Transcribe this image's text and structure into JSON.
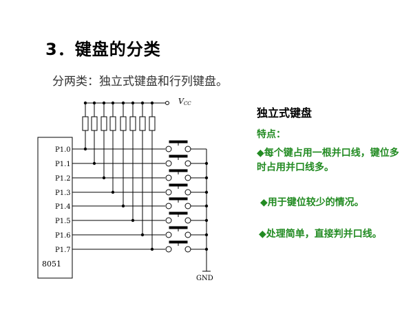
{
  "title": "3．键盘的分类",
  "subtitle": "分两类：独立式键盘和行列键盘。",
  "right_heading": "独立式键盘",
  "features_label": "特点：",
  "bullets": [
    "◆每个键占用一根并口线，键位多时占用并口线多。",
    "◆用于键位较少的情况。",
    "◆处理简单，直接判并口线。"
  ],
  "circuit": {
    "chip_label": "8051",
    "pins": [
      "P1.0",
      "P1.1",
      "P1.2",
      "P1.3",
      "P1.4",
      "P1.5",
      "P1.6",
      "P1.7"
    ],
    "vcc_label": "V",
    "vcc_sub": "CC",
    "gnd_label": "GND"
  }
}
